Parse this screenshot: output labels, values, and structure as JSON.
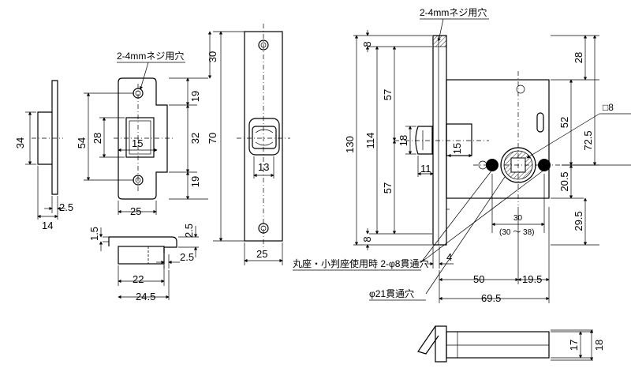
{
  "notes": {
    "screw_hole": "2-4mmネジ用穴",
    "through_hole_8": "丸座・小判座使用時 2-φ8貫通穴",
    "through_hole_21": "φ21貫通穴",
    "square": "□8"
  },
  "dims": {
    "side_34": "34",
    "side_2_5": "2.5",
    "side_14": "14",
    "strike_54": "54",
    "strike_28": "28",
    "strike_15": "15",
    "strike_19a": "19",
    "strike_32": "32",
    "strike_19b": "19",
    "strike_25": "25",
    "plate_30": "30",
    "plate_70": "70",
    "plate_13": "13",
    "plate_25": "25",
    "box_1_5": "1.5",
    "box_2_5a": "2.5",
    "box_2_5b": "2.5",
    "box_22": "22",
    "box_24_5": "24.5",
    "body_8a": "8",
    "body_130": "130",
    "body_114": "114",
    "body_57a": "57",
    "body_57b": "57",
    "body_18": "18",
    "body_11": "11",
    "body_15": "15",
    "body_8b": "8",
    "body_28": "28",
    "body_52": "52",
    "body_72_5": "72.5",
    "body_20_5": "20.5",
    "body_29_5": "29.5",
    "body_30": "30",
    "body_30_38": "(30 ～ 38)",
    "body_4": "4",
    "body_50": "50",
    "body_19_5": "19.5",
    "body_69_5": "69.5",
    "bottom_17": "17",
    "bottom_18": "18"
  }
}
